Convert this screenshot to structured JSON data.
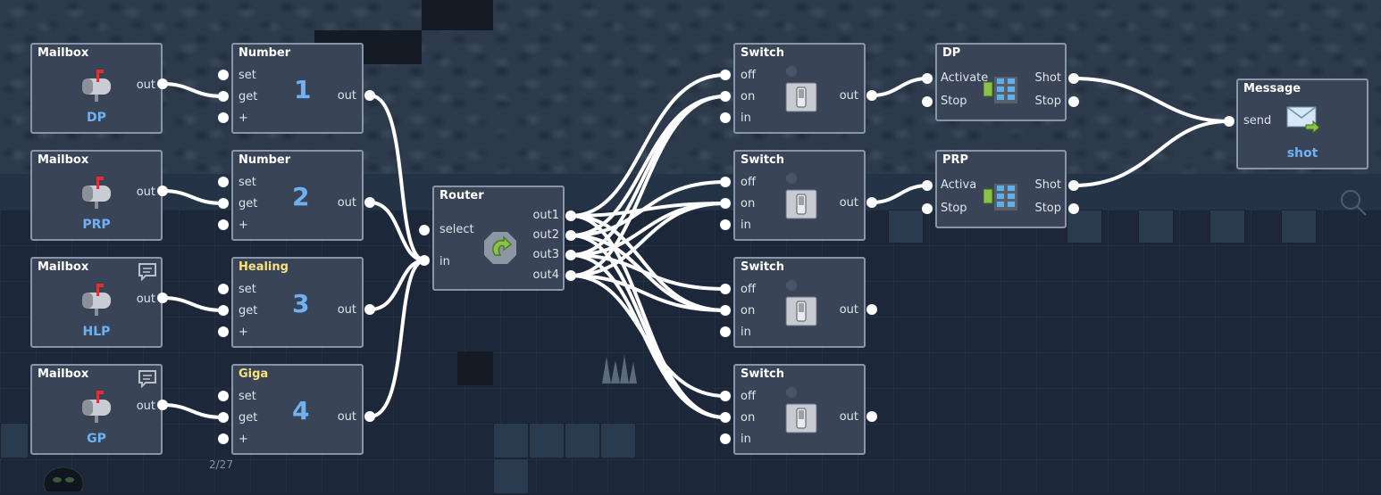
{
  "mailboxes": [
    {
      "title": "Mailbox",
      "out": "out",
      "name": "DP",
      "chat": false
    },
    {
      "title": "Mailbox",
      "out": "out",
      "name": "PRP",
      "chat": false
    },
    {
      "title": "Mailbox",
      "out": "out",
      "name": "HLP",
      "chat": true
    },
    {
      "title": "Mailbox",
      "out": "out",
      "name": "GP",
      "chat": true
    }
  ],
  "numbers": [
    {
      "title": "Number",
      "value": "1",
      "set": "set",
      "get": "get",
      "plus": "+",
      "out": "out"
    },
    {
      "title": "Number",
      "value": "2",
      "set": "set",
      "get": "get",
      "plus": "+",
      "out": "out"
    },
    {
      "title": "Healing",
      "value": "3",
      "set": "set",
      "get": "get",
      "plus": "+",
      "out": "out"
    },
    {
      "title": "Giga",
      "value": "4",
      "set": "set",
      "get": "get",
      "plus": "+",
      "out": "out"
    }
  ],
  "router": {
    "title": "Router",
    "select": "select",
    "in": "in",
    "outs": [
      "out1",
      "out2",
      "out3",
      "out4"
    ]
  },
  "switches": [
    {
      "title": "Switch",
      "off": "off",
      "on": "on",
      "in": "in",
      "out": "out"
    },
    {
      "title": "Switch",
      "off": "off",
      "on": "on",
      "in": "in",
      "out": "out"
    },
    {
      "title": "Switch",
      "off": "off",
      "on": "on",
      "in": "in",
      "out": "out"
    },
    {
      "title": "Switch",
      "off": "off",
      "on": "on",
      "in": "in",
      "out": "out"
    }
  ],
  "moves": [
    {
      "title": "DP",
      "activate": "Activate",
      "stop_in": "Stop",
      "shot": "Shot",
      "stop_out": "Stop"
    },
    {
      "title": "PRP",
      "activate": "Activa",
      "stop_in": "Stop",
      "shot": "Shot",
      "stop_out": "Stop"
    }
  ],
  "message": {
    "title": "Message",
    "send": "send",
    "text": "shot"
  },
  "hud": {
    "counter": "2/27"
  },
  "colors": {
    "accent_blue": "#6fb1f3",
    "title_yellow": "#f7e27e",
    "node_bg": "#394456",
    "node_border": "#8b95aa",
    "wire": "#ffffff"
  }
}
